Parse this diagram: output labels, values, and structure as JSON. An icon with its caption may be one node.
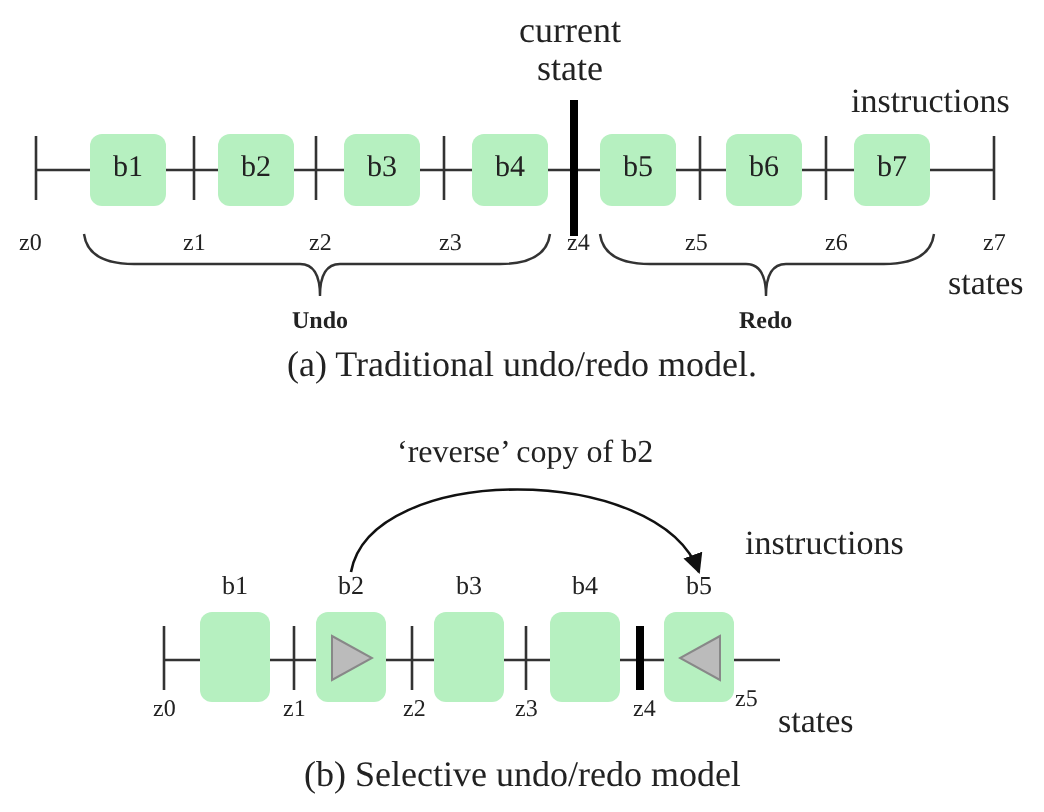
{
  "diagram": {
    "caption": "(b) Selective undo/redo model",
    "nodes": [
      {
        "text": [
          "b1"
        ]
      },
      {
        "text": [
          "b2"
        ]
      },
      {
        "text": [
          "b3"
        ]
      },
      {
        "text": [
          "b4"
        ]
      },
      {
        "text": [
          "b5"
        ]
      },
      {
        "text": [
          "b6"
        ]
      },
      {
        "text": [
          "b7"
        ]
      },
      {
        "text": [
          "b1"
        ]
      },
      {
        "text": [
          "b2"
        ]
      },
      {
        "text": [
          "b3"
        ]
      },
      {
        "text": [
          "b4"
        ]
      },
      {
        "text": [
          "b5"
        ]
      }
    ],
    "edges": [
      {
        "from": 8,
        "to": 11,
        "arrow": "to",
        "label": "‘reverse’ copy of b2"
      }
    ],
    "labels": [
      "current state",
      "instructions",
      "z0",
      "z1",
      "z2",
      "z3",
      "z4",
      "z5",
      "z6",
      "z7",
      "states",
      "Undo",
      "Redo",
      "(a) Traditional undo/redo model.",
      "instructions",
      "z0",
      "z1",
      "z2",
      "z3",
      "z4",
      "z5",
      "states"
    ]
  }
}
